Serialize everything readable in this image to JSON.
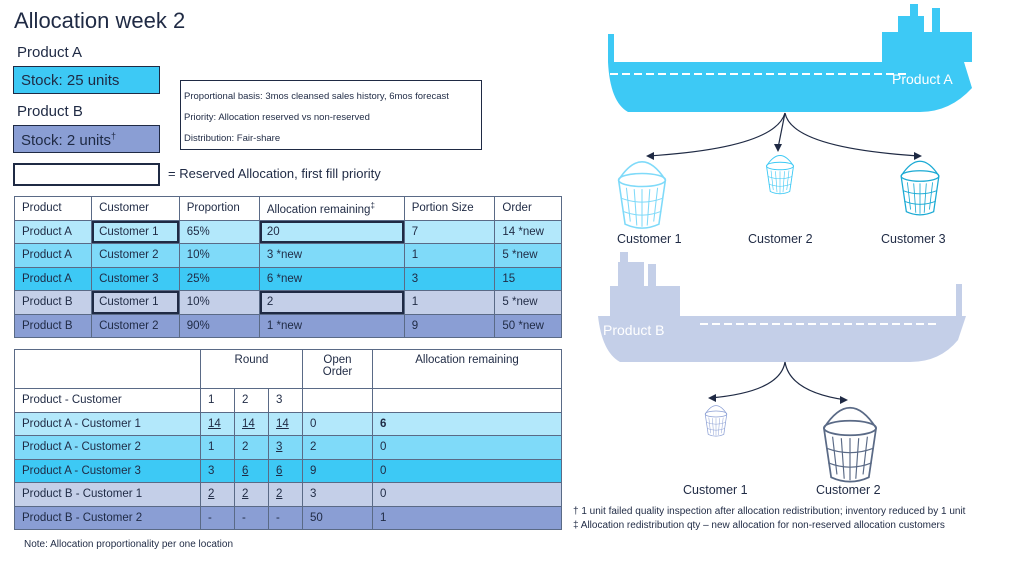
{
  "title": "Allocation week 2",
  "products": [
    {
      "name": "Product A",
      "stock": "Stock: 25 units",
      "stock_mark": "",
      "color": "#3dc9f5"
    },
    {
      "name": "Product B",
      "stock": "Stock: 2 units",
      "stock_mark": "†",
      "color": "#8a9ed4"
    }
  ],
  "info": {
    "lines": [
      {
        "label": "Proportional basis:",
        "text": " 3mos cleansed sales history, 6mos forecast"
      },
      {
        "label": "Priority:",
        "text": " Allocation reserved vs non-reserved"
      },
      {
        "label": "Distribution:",
        "text": " Fair-share"
      }
    ]
  },
  "legend": "= Reserved Allocation, first fill priority",
  "table1": {
    "headers": [
      "Product",
      "Customer",
      "Proportion",
      "Allocation remaining",
      "Portion Size",
      "Order"
    ],
    "header_mark": "‡",
    "rows": [
      [
        "Product A",
        "Customer 1",
        "65%",
        "20",
        "7",
        "14 *new"
      ],
      [
        "Product A",
        "Customer 2",
        "10%",
        "3 *new",
        "1",
        "5 *new"
      ],
      [
        "Product A",
        "Customer 3",
        "25%",
        "6 *new",
        "3",
        "15"
      ],
      [
        "Product B",
        "Customer 1",
        "10%",
        "2",
        "1",
        "5 *new"
      ],
      [
        "Product B",
        "Customer 2",
        "90%",
        "1 *new",
        "9",
        "50 *new"
      ]
    ]
  },
  "table2": {
    "round_header": "Round",
    "open_order_header": "Open Order",
    "alloc_header": "Allocation remaining",
    "pc_header": "Product - Customer",
    "round_nums": [
      "1",
      "2",
      "3"
    ],
    "rows": [
      [
        "Product A - Customer 1",
        "14",
        "14",
        "14",
        "0",
        "6"
      ],
      [
        "Product A - Customer 2",
        "1",
        "2",
        "3",
        "2",
        "0"
      ],
      [
        "Product A - Customer 3",
        "3",
        "6",
        "6",
        "9",
        "0"
      ],
      [
        "Product B - Customer 1",
        "2",
        "2",
        "2",
        "3",
        "0"
      ],
      [
        "Product B - Customer 2",
        "-",
        "-",
        "-",
        "50",
        "1"
      ]
    ]
  },
  "note": "Note: Allocation proportionality per one location",
  "footnotes": [
    "† 1 unit failed quality inspection after allocation redistribution; inventory reduced by 1 unit",
    "‡ Allocation redistribution qty – new allocation for non-reserved allocation customers"
  ],
  "ship_a": {
    "label": "Product A",
    "color": "#3dc9f5",
    "customers": [
      "Customer 1",
      "Customer 2",
      "Customer 3"
    ]
  },
  "ship_b": {
    "label": "Product B",
    "color": "#c4cfe8",
    "customers": [
      "Customer 1",
      "Customer 2"
    ]
  }
}
